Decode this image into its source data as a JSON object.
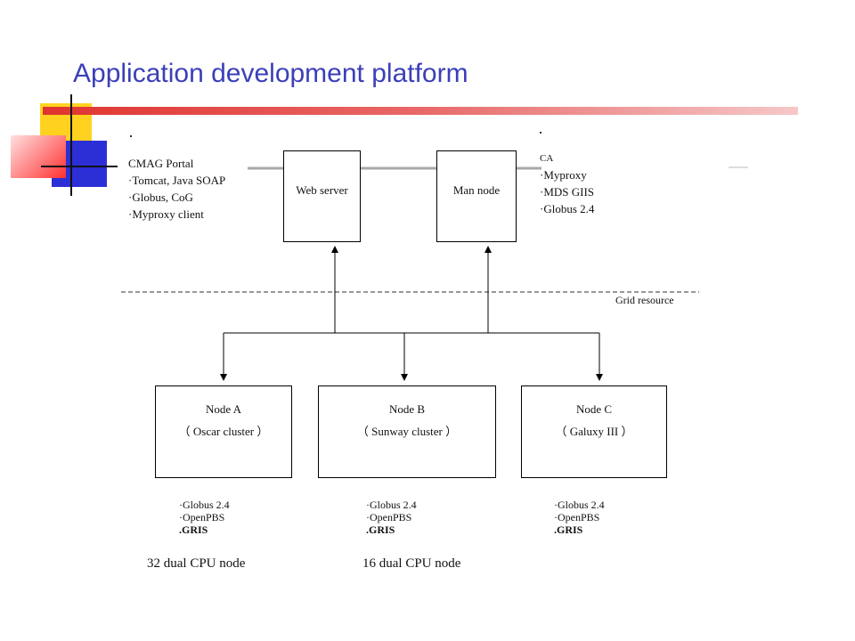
{
  "title": "Application development platform",
  "colors": {
    "title": "#3b3fb8",
    "accent_red": "#e0342f",
    "accent_yellow": "#ffd21f",
    "accent_blue": "#2d2fd6"
  },
  "portal_list": [
    "CMAG Portal",
    "·Tomcat, Java SOAP",
    "·Globus, CoG",
    "·Myproxy client"
  ],
  "ca_list": [
    "CA",
    "·Myproxy",
    "·MDS GIIS",
    "·Globus 2.4"
  ],
  "web_server": "Web server",
  "man_node": "Man node",
  "grid_resource": "Grid resource",
  "nodes": [
    {
      "name": "Node A",
      "desc": "（ Oscar cluster ）"
    },
    {
      "name": "Node B",
      "desc": "（ Sunway cluster ）"
    },
    {
      "name": "Node C",
      "desc": "（ Galuxy III ）"
    }
  ],
  "node_software": [
    {
      "l1": "·Globus 2.4",
      "l2": "·OpenPBS",
      "l3": ".GRIS"
    },
    {
      "l1": "·Globus 2.4",
      "l2": "·OpenPBS",
      "l3": ".GRIS"
    },
    {
      "l1": "·Globus 2.4",
      "l2": "·OpenPBS",
      "l3": ".GRIS"
    }
  ],
  "cpu_a": "32 dual CPU node",
  "cpu_b": "16 dual CPU node"
}
